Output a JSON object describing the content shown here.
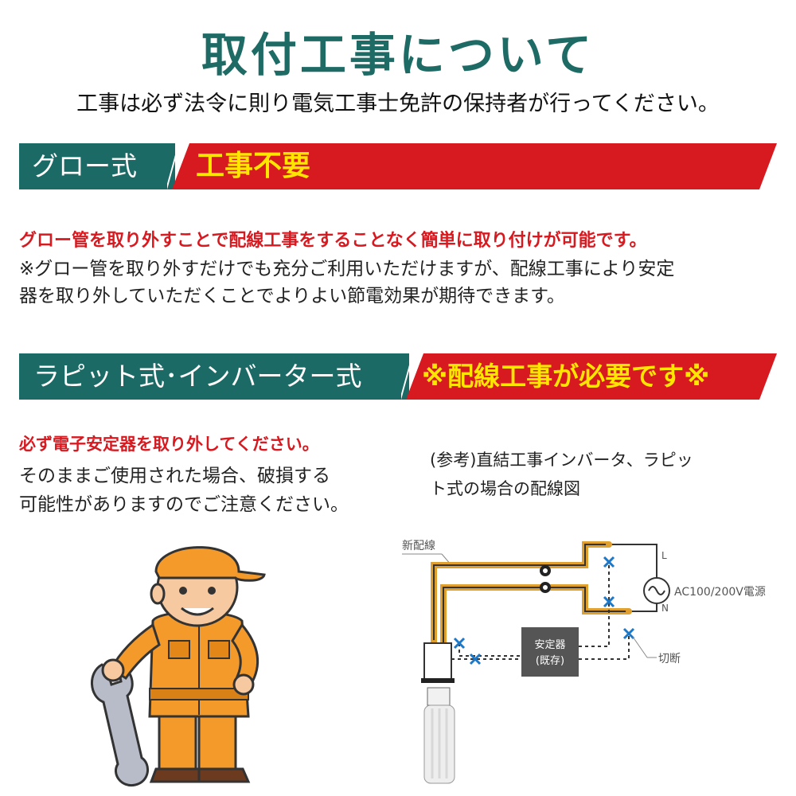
{
  "header": {
    "title": "取付工事について",
    "subtitle": "工事は必ず法令に則り電気工事士免許の保持者が行ってください。"
  },
  "glow": {
    "label": "グロー式",
    "accent": "工事不要",
    "red_line": "グロー管を取り外すことで配線工事をすることなく簡単に取り付けが可能です。",
    "note_line1": "※グロー管を取り外すだけでも充分ご利用いただけますが、配線工事により安定",
    "note_line2": "器を取り外していただくことでよりよい節電効果が期待できます。"
  },
  "rapid": {
    "label": "ラピット式･インバーター式",
    "accent": "※配線工事が必要です※",
    "red_line": "必ず電子安定器を取り外してください。",
    "line2": "そのままご使用された場合、破損する",
    "line3": "可能性がありますのでご注意ください。",
    "ref_line1": "(参考)直結工事インバータ、ラピッ",
    "ref_line2": "ト式の場合の配線図"
  },
  "diagram": {
    "new_wiring": "新配線",
    "power": "AC100/200V電源",
    "l": "L",
    "n": "N",
    "ballast_line1": "安定器",
    "ballast_line2": "(既存)",
    "cut": "切断"
  },
  "colors": {
    "teal": "#1c6a66",
    "title_teal": "#1e6b66",
    "red": "#d71920",
    "yellow": "#ffe600",
    "wire_orange": "#e0a030"
  }
}
